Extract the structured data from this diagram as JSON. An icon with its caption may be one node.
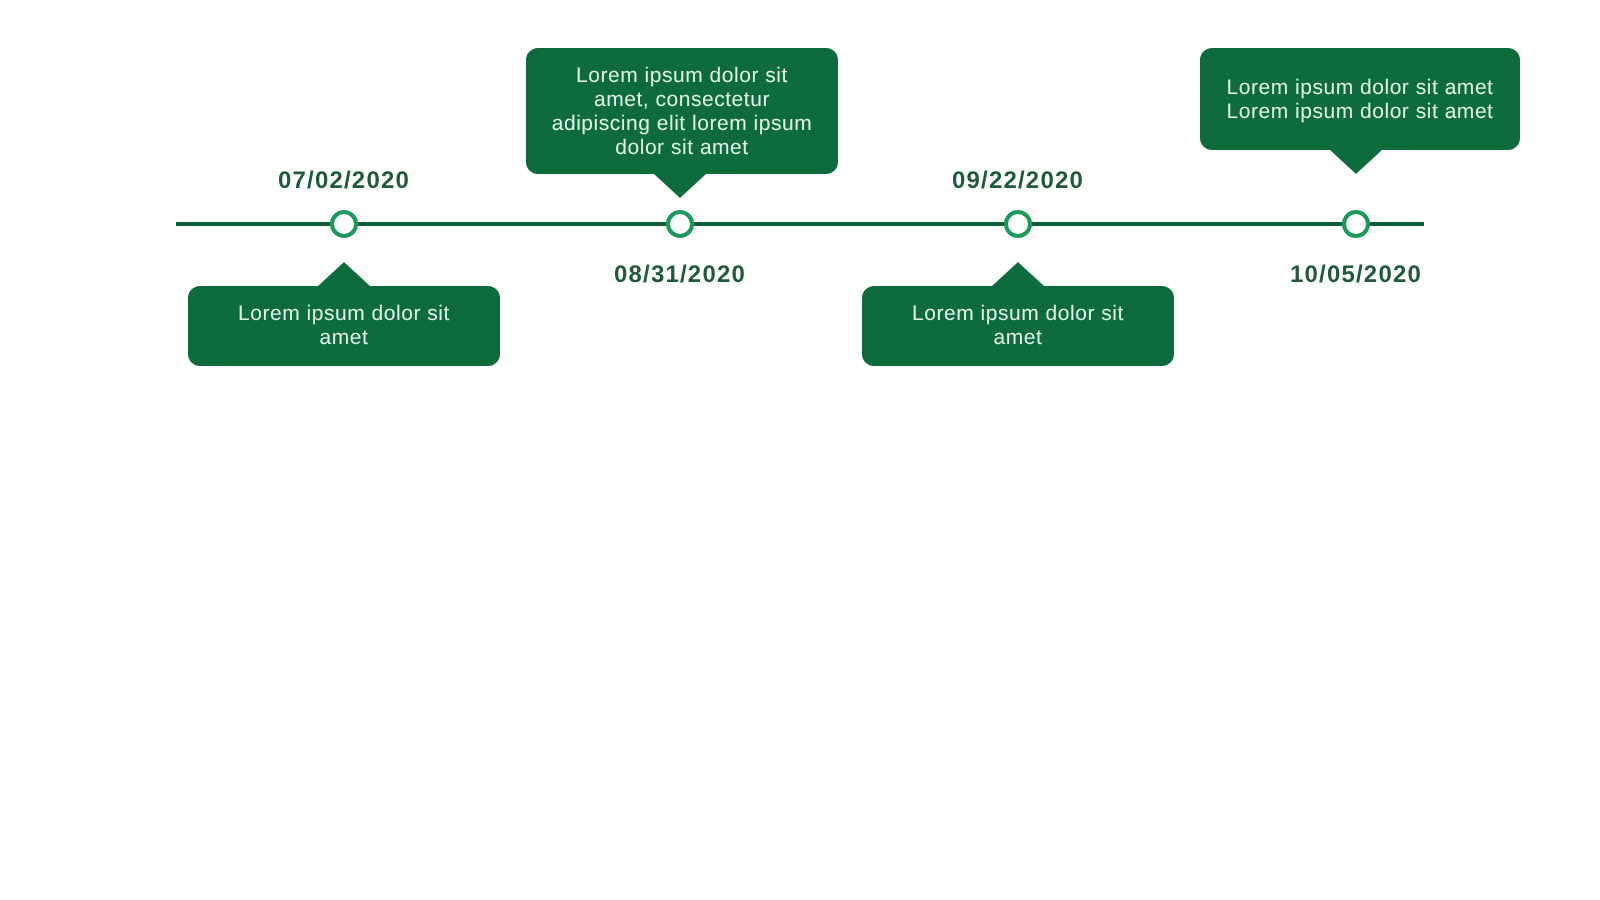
{
  "diagram": {
    "nodes": [
      {
        "text": [
          "Lorem ipsum dolor sit amet"
        ]
      },
      {
        "text": [],
        "shape": "circle",
        "beside": [
          "07/02/2020"
        ]
      },
      {
        "text": [
          "Lorem ipsum dolor sit amet, consectetur adipiscing elit lorem ipsum dolor sit amet"
        ]
      },
      {
        "text": [],
        "shape": "circle",
        "beside": [
          "08/31/2020"
        ]
      },
      {
        "text": [
          "Lorem ipsum dolor sit amet"
        ]
      },
      {
        "text": [],
        "shape": "circle",
        "beside": [
          "09/22/2020"
        ]
      },
      {
        "text": [
          "Lorem ipsum dolor sit amet Lorem ipsum dolor sit amet"
        ]
      },
      {
        "text": [],
        "shape": "circle",
        "beside": [
          "10/05/2020"
        ]
      }
    ],
    "edges": [
      {
        "from": null,
        "to": 1,
        "arrow": "none"
      },
      {
        "from": 1,
        "to": 3,
        "arrow": "none"
      },
      {
        "from": 3,
        "to": 5,
        "arrow": "none"
      },
      {
        "from": 5,
        "to": 7,
        "arrow": "none"
      },
      {
        "from": 7,
        "to": null,
        "arrow": "none"
      }
    ]
  }
}
